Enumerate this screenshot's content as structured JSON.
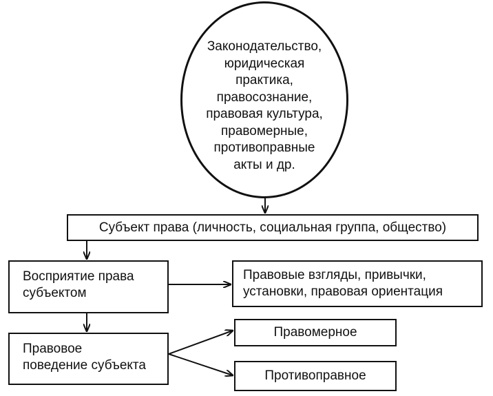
{
  "circle": {
    "lines": [
      "Законодательство,",
      "юридическая",
      "практика,",
      "правосознание,",
      "правовая культура,",
      "правомерные,",
      "противоправные",
      "акты и др."
    ]
  },
  "subject_box": {
    "text": "Субъект права (личность, социальная группа, общество)"
  },
  "perception_box": {
    "line1": "Восприятие права",
    "line2": "субъектом"
  },
  "views_box": {
    "line1": "Правовые взгляды, привычки,",
    "line2": "установки, правовая ориентация"
  },
  "behavior_box": {
    "line1": "Правовое",
    "line2": "поведение субъекта"
  },
  "lawful_box": {
    "text": "Правомерное"
  },
  "unlawful_box": {
    "text": "Противоправное"
  }
}
